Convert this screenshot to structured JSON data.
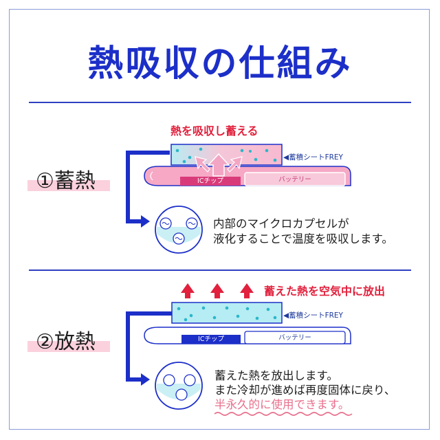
{
  "title": "熱吸収の仕組み",
  "section1": {
    "label": "①蓄熱",
    "heading": "熱を吸収し蓄える",
    "sheet_label": "◀蓄積シートFREY",
    "chip_label": "ICチップ",
    "battery_label": "バッテリー",
    "desc_line1": "内部のマイクロカプセルが",
    "desc_line2": "液化することで温度を吸収します。"
  },
  "section2": {
    "label": "②放熱",
    "heading": "蓄えた熱を空気中に放出",
    "sheet_label": "◀蓄積シートFREY",
    "chip_label": "ICチップ",
    "battery_label": "バッテリー",
    "desc_line1": "蓄えた熱を放出します。",
    "desc_line2": "また冷却が進めば再度固体に戻り、",
    "desc_line3": "半永久的に使用できます。"
  },
  "colors": {
    "blue": "#1c2fc8",
    "red": "#e1213d",
    "pink": "#f6a8c5",
    "cyan": "#b6ecf3"
  }
}
